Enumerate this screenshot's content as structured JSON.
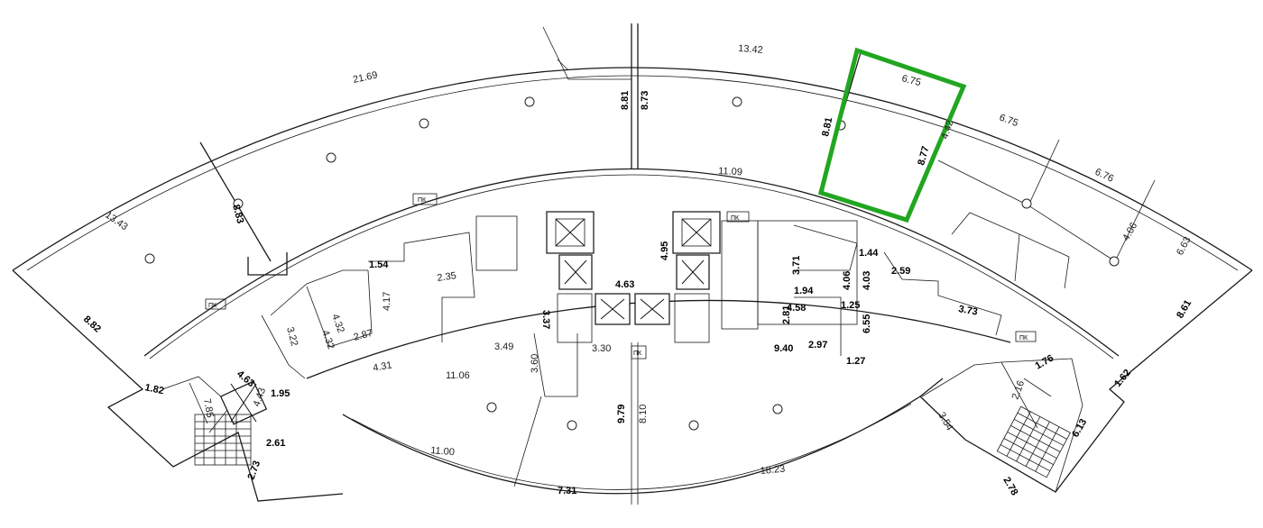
{
  "highlight_color": "#22a622",
  "labels": {
    "pk": "ПК"
  },
  "dimensions": {
    "d_13_42": "13.42",
    "d_21_69": "21.69",
    "d_8_81_a": "8.81",
    "d_8_73": "8.73",
    "d_6_75_a": "6.75",
    "d_6_75_b": "6.75",
    "d_6_76": "6.76",
    "d_8_81_b": "8.81",
    "d_8_77": "8.77",
    "d_4_42": "4.42",
    "d_11_09": "11.09",
    "d_8_83": "8.83",
    "d_13_43": "13.43",
    "d_4_06": "4.06",
    "d_6_63": "6.63",
    "d_4_95": "4.95",
    "d_1_54": "1.54",
    "d_2_35": "2.35",
    "d_3_71": "3.71",
    "d_1_44": "1.44",
    "d_4_63_a": "4.63",
    "d_4_06_b": "4.06",
    "d_4_03": "4.03",
    "d_2_59": "2.59",
    "d_1_94": "1.94",
    "d_4_17": "4.17",
    "d_3_37": "3.37",
    "d_4_58": "4.58",
    "d_1_25": "1.25",
    "d_6_55": "6.55",
    "d_4_32_a": "4.32",
    "d_4_32_b": "4.32",
    "d_3_22": "3.22",
    "d_2_87": "2.87",
    "d_2_81": "2.81",
    "d_3_73": "3.73",
    "d_8_82": "8.82",
    "d_3_49": "3.49",
    "d_3_30": "3.30",
    "d_9_40": "9.40",
    "d_2_97": "2.97",
    "d_8_61": "8.61",
    "d_4_31": "4.31",
    "d_1_27": "1.27",
    "d_11_06": "11.06",
    "d_3_60": "3.60",
    "d_1_82_a": "1.82",
    "d_4_63_b": "4.63",
    "d_1_76": "1.76",
    "d_1_62": "1.62",
    "d_7_85": "7.85",
    "d_1_95": "1.95",
    "d_4_43": "4.43",
    "d_9_79": "9.79",
    "d_8_10": "8.10",
    "d_2_16": "2.16",
    "d_3_54": "3.54",
    "d_6_13": "6.13",
    "d_2_61": "2.61",
    "d_11_00": "11.00",
    "d_18_23": "18.23",
    "d_2_73": "2.73",
    "d_7_31": "7.31",
    "d_2_78": "2.78"
  }
}
